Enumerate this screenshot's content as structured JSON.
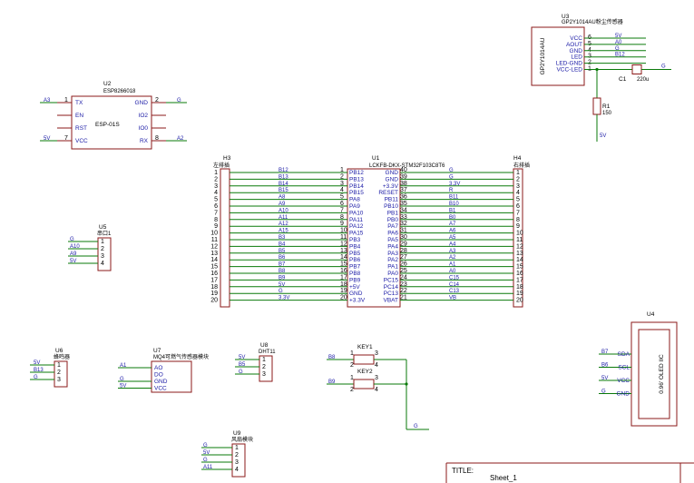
{
  "colors": {
    "wire": "#0a7a0a",
    "body": "#8b1a1a",
    "label": "#1a1aa6",
    "text": "#000000"
  },
  "u1": {
    "ref": "U1",
    "value": "LCKFB-DKX-STM32F103C8T6",
    "left_names": [
      "PB12",
      "PB13",
      "PB14",
      "PB15",
      "PA8",
      "PA9",
      "PA10",
      "PA11",
      "PA12",
      "PA15",
      "PB3",
      "PB4",
      "PB5",
      "PB6",
      "PB7",
      "PB8",
      "PB9",
      "+5V",
      "GND",
      "+3.3V"
    ],
    "right_names": [
      "GND",
      "GND",
      "+3.3V",
      "RESET",
      "PB11",
      "PB10",
      "PB1",
      "PB0",
      "PA7",
      "PA6",
      "PA5",
      "PA4",
      "PA3",
      "PA2",
      "PA1",
      "PA0",
      "PC15",
      "PC14",
      "PC13",
      "VBAT"
    ],
    "left_nums": [
      "1",
      "2",
      "3",
      "4",
      "5",
      "6",
      "7",
      "8",
      "9",
      "10",
      "11",
      "12",
      "13",
      "14",
      "15",
      "16",
      "17",
      "18",
      "19",
      "20"
    ],
    "right_nums": [
      "40",
      "39",
      "38",
      "37",
      "36",
      "35",
      "34",
      "33",
      "32",
      "31",
      "30",
      "29",
      "28",
      "27",
      "26",
      "25",
      "24",
      "23",
      "22",
      "21"
    ],
    "left_nets": [
      "B12",
      "B13",
      "B14",
      "B15",
      "A8",
      "A9",
      "A10",
      "A11",
      "A12",
      "A15",
      "B3",
      "B4",
      "B5",
      "B6",
      "B7",
      "B8",
      "B9",
      "5V",
      "G",
      "3.3V"
    ],
    "right_nets": [
      "G",
      "G",
      "3.3V",
      "R",
      "B11",
      "B10",
      "B1",
      "B0",
      "A7",
      "A6",
      "A5",
      "A4",
      "A3",
      "A2",
      "A1",
      "A0",
      "C15",
      "C14",
      "C13",
      "VB"
    ]
  },
  "h3": {
    "ref": "H3",
    "value": "左排插"
  },
  "h4": {
    "ref": "H4",
    "value": "右排插"
  },
  "header_nums": [
    "1",
    "2",
    "3",
    "4",
    "5",
    "6",
    "7",
    "8",
    "9",
    "10",
    "11",
    "12",
    "13",
    "14",
    "15",
    "16",
    "17",
    "18",
    "19",
    "20"
  ],
  "u2": {
    "ref": "U2",
    "value": "ESP8266018",
    "name": "ESP-01S",
    "left_pins": [
      {
        "num": "1",
        "name": "TX",
        "net": "A3"
      },
      {
        "num": "",
        "name": "EN",
        "net": ""
      },
      {
        "num": "",
        "name": "RST",
        "net": ""
      },
      {
        "num": "7",
        "name": "VCC",
        "net": "5V"
      }
    ],
    "right_pins": [
      {
        "num": "2",
        "name": "GND",
        "net": "G"
      },
      {
        "num": "",
        "name": "IO2",
        "net": ""
      },
      {
        "num": "",
        "name": "IO0",
        "net": ""
      },
      {
        "num": "8",
        "name": "RX",
        "net": "A2"
      }
    ]
  },
  "u3": {
    "ref": "U3",
    "value": "GP2Y1014AU粉尘传感器",
    "body_text": "GP2Y1014AU",
    "pins": [
      {
        "num": "6",
        "name": "VCC",
        "net": "5V"
      },
      {
        "num": "5",
        "name": "AOUT",
        "net": "A0"
      },
      {
        "num": "4",
        "name": "GND",
        "net": "G"
      },
      {
        "num": "3",
        "name": "LED",
        "net": "B12"
      },
      {
        "num": "2",
        "name": "LED-GND",
        "net": ""
      },
      {
        "num": "1",
        "name": "VCC-LED",
        "net": ""
      }
    ]
  },
  "c1": {
    "ref": "C1",
    "value": "220u",
    "net": "G"
  },
  "r1": {
    "ref": "R1",
    "value": "150",
    "net": "5V"
  },
  "u5": {
    "ref": "U5",
    "value": "串口1",
    "nums": [
      "1",
      "2",
      "3",
      "4"
    ],
    "nets": [
      "G",
      "A10",
      "A9",
      "5V"
    ]
  },
  "u6": {
    "ref": "U6",
    "value": "蜂鸣器",
    "nums": [
      "1",
      "2",
      "3"
    ],
    "nets": [
      "5V",
      "B13",
      "G"
    ]
  },
  "u7": {
    "ref": "U7",
    "value": "MQ4可燃气传感器模块",
    "names": [
      "AO",
      "DO",
      "GND",
      "VCC"
    ],
    "nets": [
      "A1",
      "",
      "G",
      "5V"
    ]
  },
  "u8": {
    "ref": "U8",
    "value": "DHT11",
    "nums": [
      "1",
      "2",
      "3"
    ],
    "nets": [
      "5V",
      "B5",
      "G"
    ]
  },
  "u9": {
    "ref": "U9",
    "value": "风扇模块",
    "nums": [
      "1",
      "2",
      "3",
      "4"
    ],
    "nets": [
      "G",
      "5V",
      "G",
      "A11"
    ]
  },
  "key1": {
    "ref": "KEY1",
    "net": "B8",
    "pins": [
      "1",
      "2",
      "3",
      "4"
    ]
  },
  "key2": {
    "ref": "KEY2",
    "net": "B9",
    "pins": [
      "1",
      "2",
      "3",
      "4"
    ]
  },
  "key_gnd": "G",
  "u4": {
    "ref": "U4",
    "value": "0.96' OLED IIC",
    "pins": [
      {
        "name": "SDA",
        "net": "B7"
      },
      {
        "name": "SCL",
        "net": "B6"
      },
      {
        "name": "VCC",
        "net": "5V"
      },
      {
        "name": "GND",
        "net": "G"
      }
    ]
  },
  "title_block": {
    "label": "TITLE:",
    "sheet": "Sheet_1"
  }
}
